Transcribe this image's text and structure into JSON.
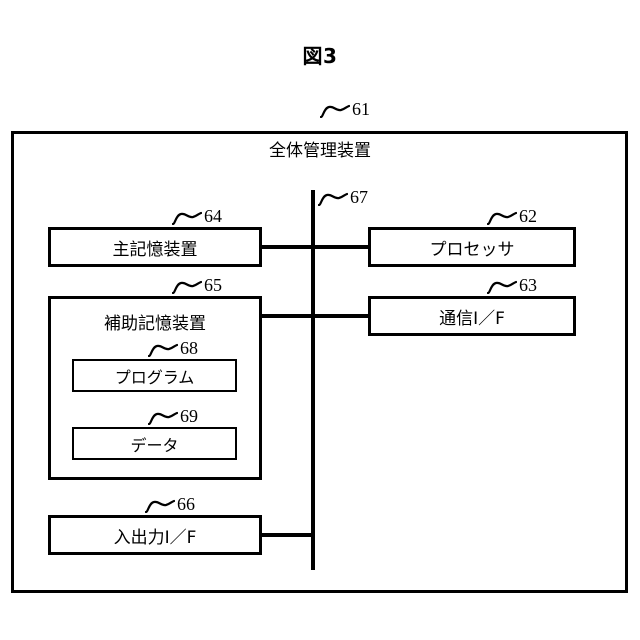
{
  "figure": {
    "title": "図3",
    "outer": {
      "label": "全体管理装置",
      "ref": "61"
    },
    "bus": {
      "name": "bus-line",
      "ref": "67"
    },
    "nodes": [
      {
        "id": "main-memory",
        "label": "主記憶装置",
        "ref": "64"
      },
      {
        "id": "aux-memory",
        "label": "補助記憶装置",
        "ref": "65"
      },
      {
        "id": "program",
        "label": "プログラム",
        "ref": "68"
      },
      {
        "id": "data",
        "label": "データ",
        "ref": "69"
      },
      {
        "id": "io-if",
        "label": "入出力I／F",
        "ref": "66"
      },
      {
        "id": "processor",
        "label": "プロセッサ",
        "ref": "62"
      },
      {
        "id": "comm-if",
        "label": "通信I／F",
        "ref": "63"
      }
    ],
    "connections": [
      {
        "from": "main-memory",
        "to": "bus-line"
      },
      {
        "from": "aux-memory",
        "to": "bus-line"
      },
      {
        "from": "io-if",
        "to": "bus-line"
      },
      {
        "from": "bus-line",
        "to": "processor"
      },
      {
        "from": "bus-line",
        "to": "comm-if"
      }
    ],
    "colors": {
      "line": "#000000",
      "background": "#ffffff"
    }
  }
}
